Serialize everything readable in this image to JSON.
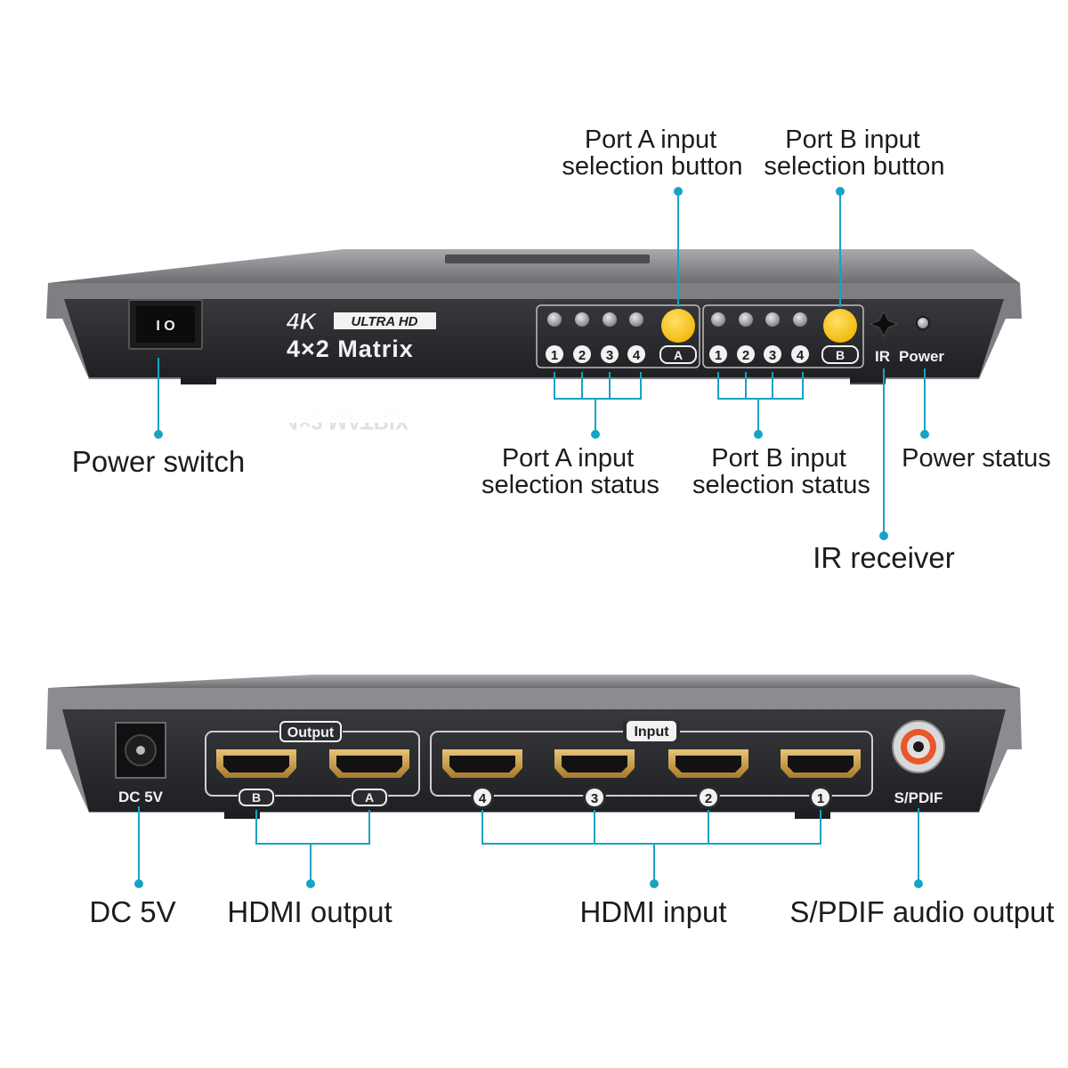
{
  "front": {
    "logo_4k": "4K",
    "logo_ultra_hd": "ULTRA HD",
    "model": "4×2 Matrix",
    "switch_symbols": "I  O",
    "group_a": {
      "numbers": [
        "1",
        "2",
        "3",
        "4"
      ],
      "button_letter": "A"
    },
    "group_b": {
      "numbers": [
        "1",
        "2",
        "3",
        "4"
      ],
      "button_letter": "B"
    },
    "ir_label": "IR",
    "power_label": "Power"
  },
  "front_callouts": {
    "port_a_button": [
      "Port A input",
      "selection button"
    ],
    "port_b_button": [
      "Port B input",
      "selection button"
    ],
    "power_switch": "Power switch",
    "port_a_status": [
      "Port A input",
      "selection status"
    ],
    "port_b_status": [
      "Port B input",
      "selection status"
    ],
    "power_status": "Power status",
    "ir_receiver": "IR receiver"
  },
  "back": {
    "dc_label": "DC 5V",
    "output_label": "Output",
    "output_ports": [
      "B",
      "A"
    ],
    "input_label": "Input",
    "input_ports": [
      "4",
      "3",
      "2",
      "1"
    ],
    "spdif_label": "S/PDIF"
  },
  "back_callouts": {
    "dc": "DC 5V",
    "hdmi_output": "HDMI output",
    "hdmi_input": "HDMI input",
    "spdif": "S/PDIF audio output"
  },
  "colors": {
    "callout": "#17a3c4",
    "button_yellow": "#f6c413",
    "chassis_dark": "#2a2b2e",
    "chassis_silver": "#8e9094"
  }
}
